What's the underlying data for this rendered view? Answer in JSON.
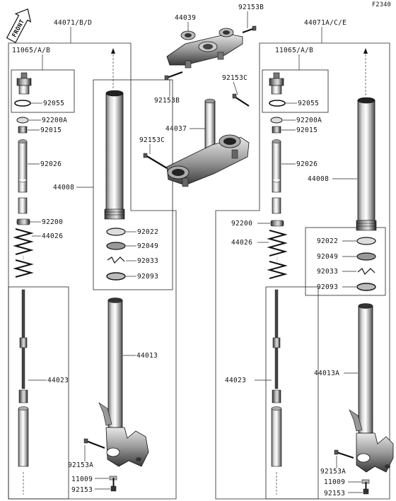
{
  "figure_code": "F2340",
  "front_indicator": "FRONT",
  "labels": {
    "l44071bd": "44071/B/D",
    "l44039": "44039",
    "l92153b_top": "92153B",
    "l44071ace": "44071A/C/E",
    "l11065_left": "11065/A/B",
    "l11065_right": "11065/A/B",
    "l92153b_left": "92153B",
    "l92153c_right": "92153C",
    "l92153c_left": "92153C",
    "l44037": "44037",
    "l92055_left": "92055",
    "l92055_right": "92055",
    "l92200a_left": "92200A",
    "l92200a_right": "92200A",
    "l92015_left": "92015",
    "l92015_right": "92015",
    "l92026_left": "92026",
    "l92026_right": "92026",
    "l44008_left": "44008",
    "l44008_right": "44008",
    "l92200_left": "92200",
    "l92200_right": "92200",
    "l44026_left": "44026",
    "l44026_right": "44026",
    "l92022_left": "92022",
    "l92022_right": "92022",
    "l92049_left": "92049",
    "l92049_right": "92049",
    "l92033_left": "92033",
    "l92033_right": "92033",
    "l92093_left": "92093",
    "l92093_right": "92093",
    "l44013": "44013",
    "l44013a": "44013A",
    "l44023_left": "44023",
    "l44023_right": "44023",
    "l92153a_left": "92153A",
    "l92153a_right": "92153A",
    "l11009_left": "11009",
    "l11009_right": "11009",
    "l92153_left": "92153",
    "l92153_right": "92153"
  }
}
